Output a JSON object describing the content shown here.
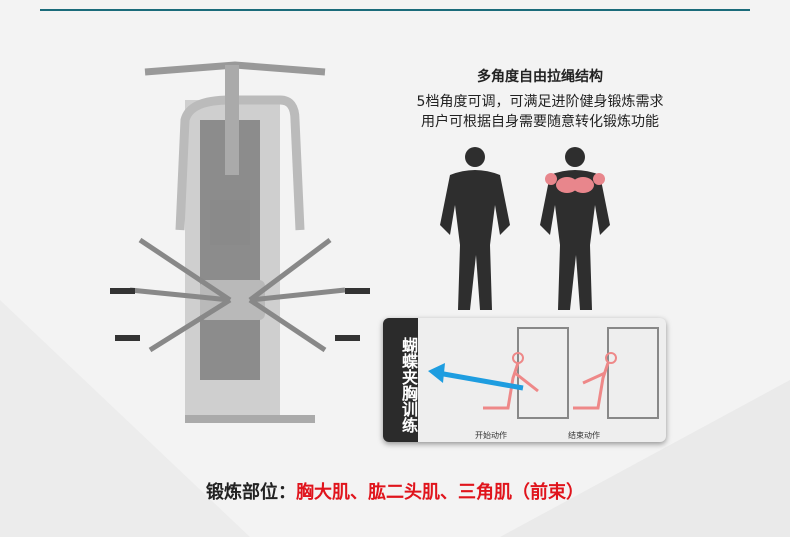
{
  "info": {
    "title": "多角度自由拉绳结构",
    "line1": "5档角度可调，可满足进阶健身锻炼需求",
    "line2": "用户可根据自身需要随意转化锻炼功能"
  },
  "panel": {
    "side_label": "蝴蝶夹胸训练",
    "start_caption": "开始动作",
    "end_caption": "结束动作",
    "arrow_color": "#1e9de0"
  },
  "bottom": {
    "label": "锻炼部位：",
    "value": "胸大肌、肱二头肌、三角肌（前束）"
  },
  "colors": {
    "accent": "#e0141c",
    "topline": "#1a6b7a",
    "muscle_highlight": "#e8868c"
  }
}
